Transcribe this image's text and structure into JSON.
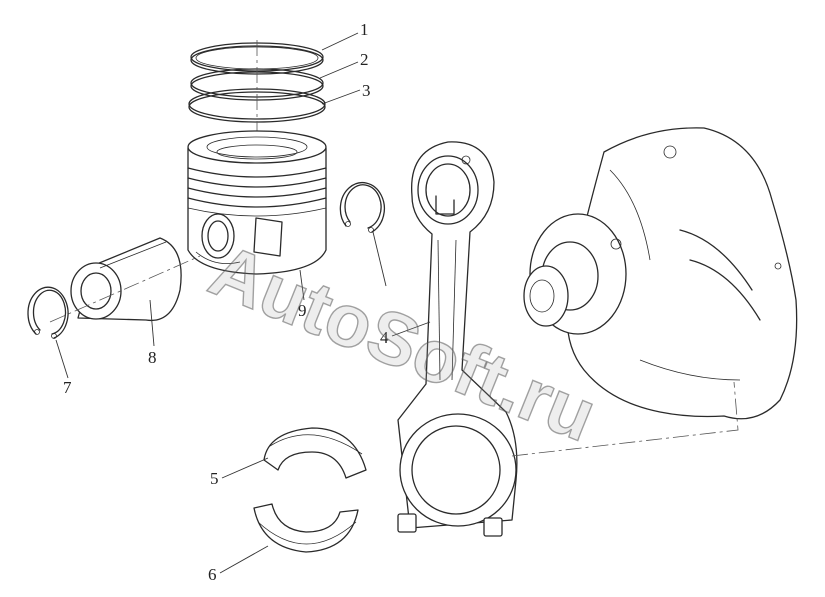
{
  "diagram": {
    "callouts": [
      {
        "id": "1",
        "label": "1"
      },
      {
        "id": "2",
        "label": "2"
      },
      {
        "id": "3",
        "label": "3"
      },
      {
        "id": "4",
        "label": "4"
      },
      {
        "id": "5",
        "label": "5"
      },
      {
        "id": "6",
        "label": "6"
      },
      {
        "id": "7",
        "label": "7"
      },
      {
        "id": "8",
        "label": "8"
      },
      {
        "id": "9",
        "label": "9"
      }
    ],
    "watermark": "AutoSoft.ru"
  }
}
